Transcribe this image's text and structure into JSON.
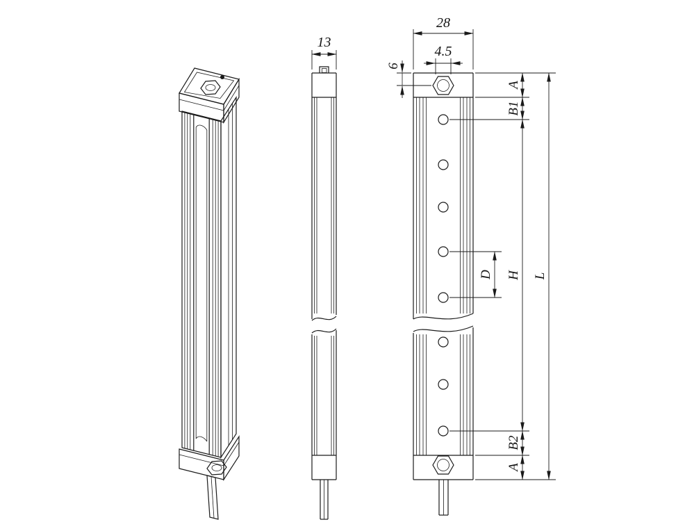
{
  "labels": {
    "front_width": "28",
    "nut_width": "4.5",
    "nut_offset": "6",
    "side_width": "13",
    "end_offset_top": "A",
    "first_beam_offset": "B1",
    "beam_pitch": "D",
    "protective_height": "H",
    "total_length": "L",
    "last_beam_offset": "B2",
    "end_offset_bottom": "A"
  },
  "colors": {
    "line": "#1a1a1a",
    "background": "#ffffff"
  }
}
